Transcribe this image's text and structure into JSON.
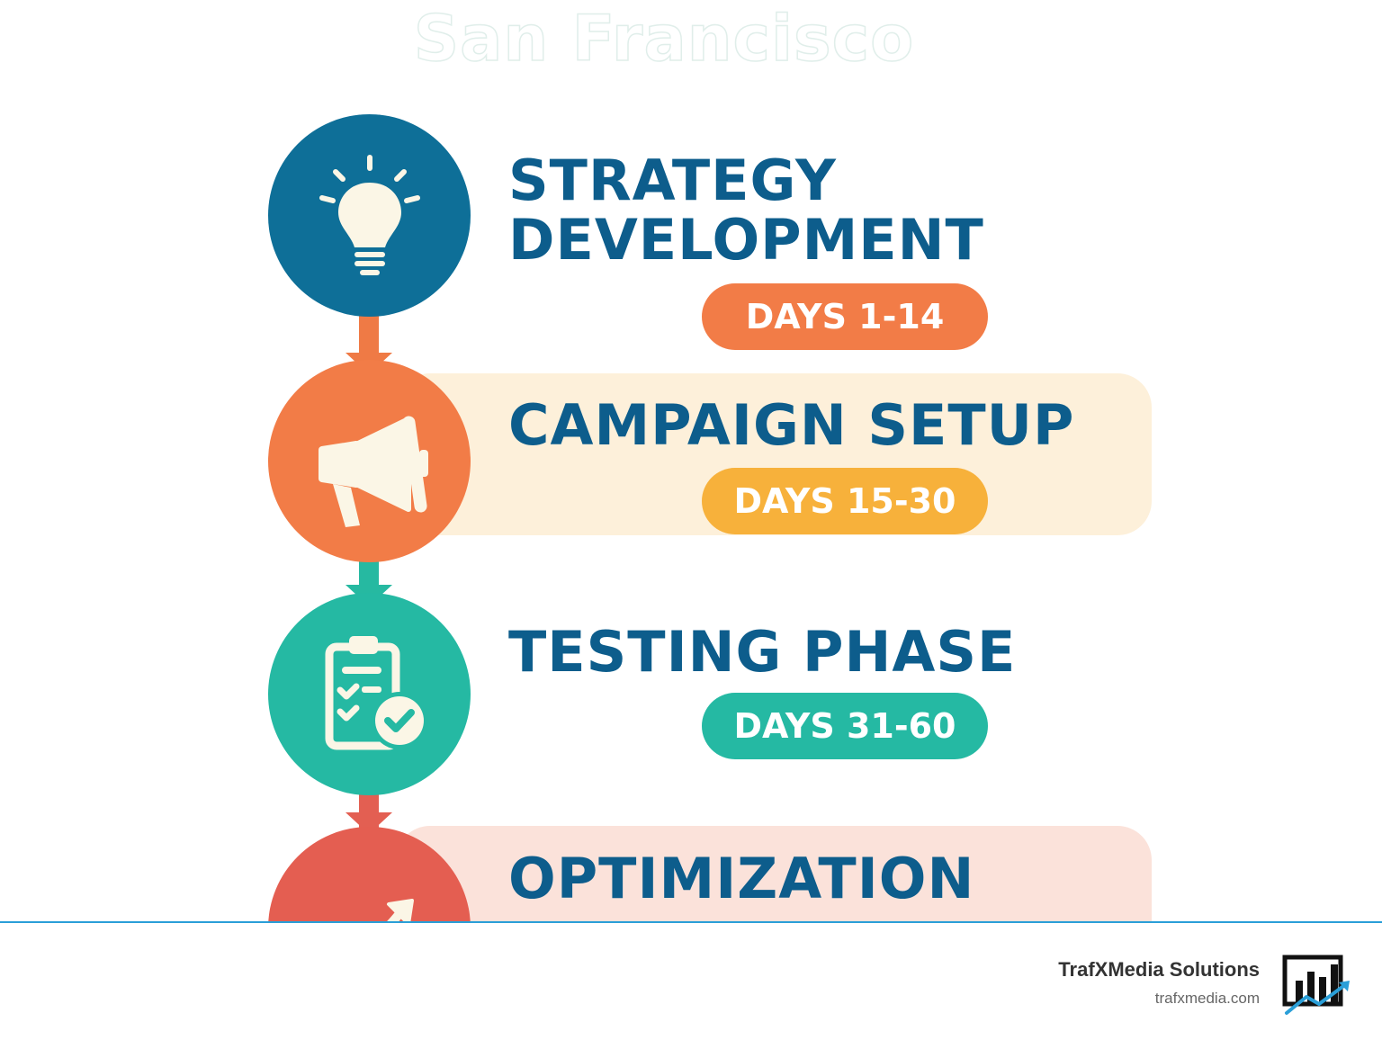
{
  "header": {
    "title": "San Francisco"
  },
  "steps": [
    {
      "title": "STRATEGY DEVELOPMENT",
      "days": "DAYS 1-14",
      "icon": "lightbulb-icon",
      "color": "#0e6f98"
    },
    {
      "title": "CAMPAIGN SETUP",
      "days": "DAYS 15-30",
      "icon": "megaphone-icon",
      "color": "#f27c47"
    },
    {
      "title": "TESTING PHASE",
      "days": "DAYS 31-60",
      "icon": "clipboard-check-icon",
      "color": "#25b9a3"
    },
    {
      "title": "OPTIMIZATION",
      "icon": "growth-arrow-icon",
      "color": "#e45e51"
    }
  ],
  "footer": {
    "brand_name": "TrafXMedia Solutions",
    "brand_url": "trafxmedia.com",
    "logo_icon": "bar-chart-logo-icon",
    "accent_color": "#2a9fd8"
  }
}
